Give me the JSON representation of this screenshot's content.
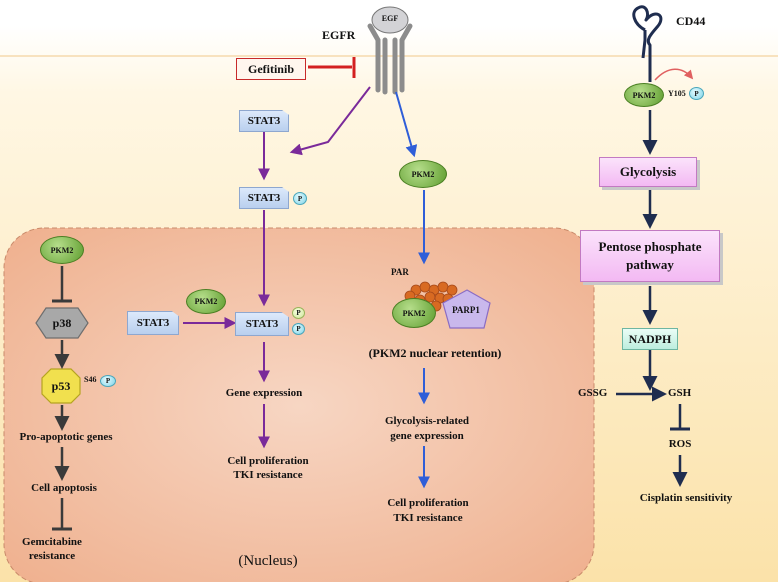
{
  "egfr": {
    "receptor": "EGFR",
    "ligand": "EGF",
    "inhibitor": "Gefitinib"
  },
  "stat3": {
    "top": "STAT3",
    "phos": "STAT3",
    "nuclear": "STAT3",
    "free": "STAT3",
    "p": "P"
  },
  "pkm2": {
    "label": "PKM2",
    "par_label": "PAR",
    "parp1_label": "PARP1",
    "retention": "(PKM2 nuclear retention)",
    "glyco_expr": "Glycolysis-related\ngene expression",
    "outcome": "Cell proliferation\nTKI resistance"
  },
  "stat_path": {
    "gene": "Gene expression",
    "outcome": "Cell proliferation\nTKI resistance"
  },
  "p53_path": {
    "p38": "p38",
    "p53": "p53",
    "s46": "S46",
    "genes": "Pro-apoptotic  genes",
    "apoptosis": "Cell apoptosis",
    "resistance": "Gemcitabine\nresistance"
  },
  "nucleus": "(Nucleus)",
  "cd44": {
    "receptor": "CD44",
    "y105": "Y105",
    "glycolysis": "Glycolysis",
    "ppp": "Pentose phosphate\npathway",
    "nadph": "NADPH",
    "gssg": "GSSG",
    "gsh": "GSH",
    "ros": "ROS",
    "cisplatin": "Cisplatin sensitivity"
  },
  "colors": {
    "purple": "#7a2a9a",
    "blue": "#2f5ed8",
    "navy": "#1f2d4f",
    "inhibit_red": "#d32020",
    "inhibit_dark": "#3a3a3a",
    "cytoplasm": "#fbe6b0",
    "nucleus": "#f3b896"
  }
}
